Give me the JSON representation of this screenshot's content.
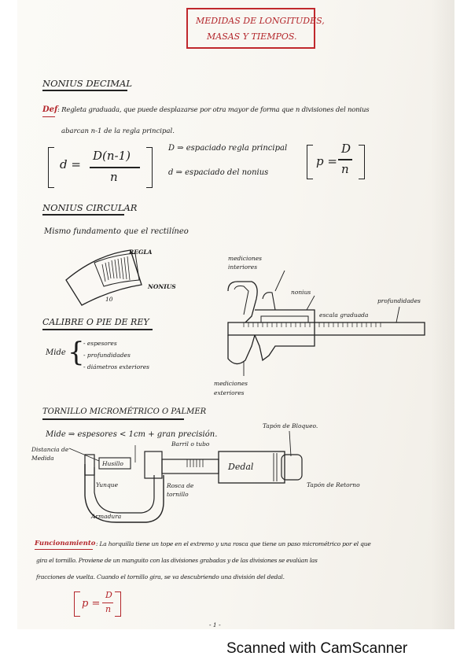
{
  "title": {
    "line1": "MEDIDAS DE LONGITUDES,",
    "line2": "MASAS Y TIEMPOS."
  },
  "section1": {
    "heading": "NONIUS DECIMAL",
    "def_label": "Def",
    "def_line1": ": Regleta graduada, que puede desplazarse por otra mayor de forma que n divisiones del nonius",
    "def_line2": "abarcan n-1 de la regla principal.",
    "formula_d": "d =",
    "formula_num": "D(n-1)",
    "formula_den": "n",
    "legend_D": "D ⇒ espaciado regla principal",
    "legend_d": "d ⇒ espaciado del nonius",
    "formula_p": "p =",
    "formula_p_num": "D",
    "formula_p_den": "n"
  },
  "section2": {
    "heading": "NONIUS CIRCULAR",
    "text": "Mismo fundamento que el rectilíneo",
    "label_regla": "REGLA",
    "label_nonius": "NONIUS",
    "tick_label": "10"
  },
  "caliper": {
    "label_interiores": "mediciones interiores",
    "label_nonius": "nonius",
    "label_escala": "escala graduada",
    "label_profundidades": "profundidades",
    "label_exteriores": "mediciones exteriores"
  },
  "section3": {
    "heading": "CALIBRE O PIE DE REY",
    "mide": "Mide",
    "items": [
      "- espesores",
      "- profundidades",
      "- diámetros exteriores"
    ]
  },
  "section4": {
    "heading": "TORNILLO MICROMÉTRICO O PALMER",
    "mide": "Mide ⇒ espesores < 1cm + gran precisión.",
    "label_tapon_bloqueo": "Tapón de Bloqueo.",
    "label_distancia": "Distancia de Medida",
    "label_barril": "Barril o tubo",
    "label_husillo": "Husillo",
    "label_yunque": "Yunque",
    "label_tambor": "Dedal",
    "label_rosca": "Rosca de tornillo",
    "label_tapon_trinquete": "Tapón de Retorno",
    "label_armadura": "Armadura"
  },
  "funcionamiento": {
    "label": "Funcionamiento",
    "line1": ": La horquilla tiene un tope en el extremo y una rosca que tiene un paso micrométrico por el que",
    "line2": "gira el tornillo. Proviene de un manguito con las divisiones grabadas y de las divisiones se evalúan las",
    "line3": "fracciones de vuelta. Cuando el tornillo gira, se va descubriendo una división del dedal.",
    "formula_p": "p =",
    "formula_num": "D",
    "formula_den": "n"
  },
  "page_number": "- 1 -",
  "footer": "Scanned with CamScanner"
}
